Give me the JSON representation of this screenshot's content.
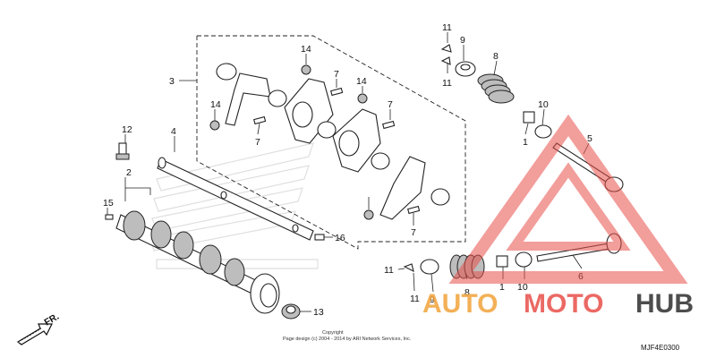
{
  "callouts": {
    "c1a": "1",
    "c1b": "1",
    "c2": "2",
    "c3": "3",
    "c4": "4",
    "c5": "5",
    "c6": "6",
    "c7a": "7",
    "c7b": "7",
    "c7c": "7",
    "c7d": "7",
    "c8a": "8",
    "c8b": "8",
    "c9a": "9",
    "c9b": "9",
    "c10a": "10",
    "c10b": "10",
    "c11a": "11",
    "c11b": "11",
    "c11c": "11",
    "c11d": "11",
    "c12": "12",
    "c13": "13",
    "c14a": "14",
    "c14b": "14",
    "c14c": "14",
    "c15": "15",
    "c16": "16"
  },
  "direction_label": "FR.",
  "copyright": {
    "line1": "Copyright",
    "line2": "Page design (c) 2004 - 2014 by ARI Network Services, Inc."
  },
  "diagram_code": "MJF4E0300",
  "watermark": {
    "part1": "AUTO",
    "part2": "MOTO",
    "part3": "HUB",
    "color_orange": "#f2a33a",
    "color_red": "#e8504a",
    "color_dark": "#3a3a3a"
  }
}
